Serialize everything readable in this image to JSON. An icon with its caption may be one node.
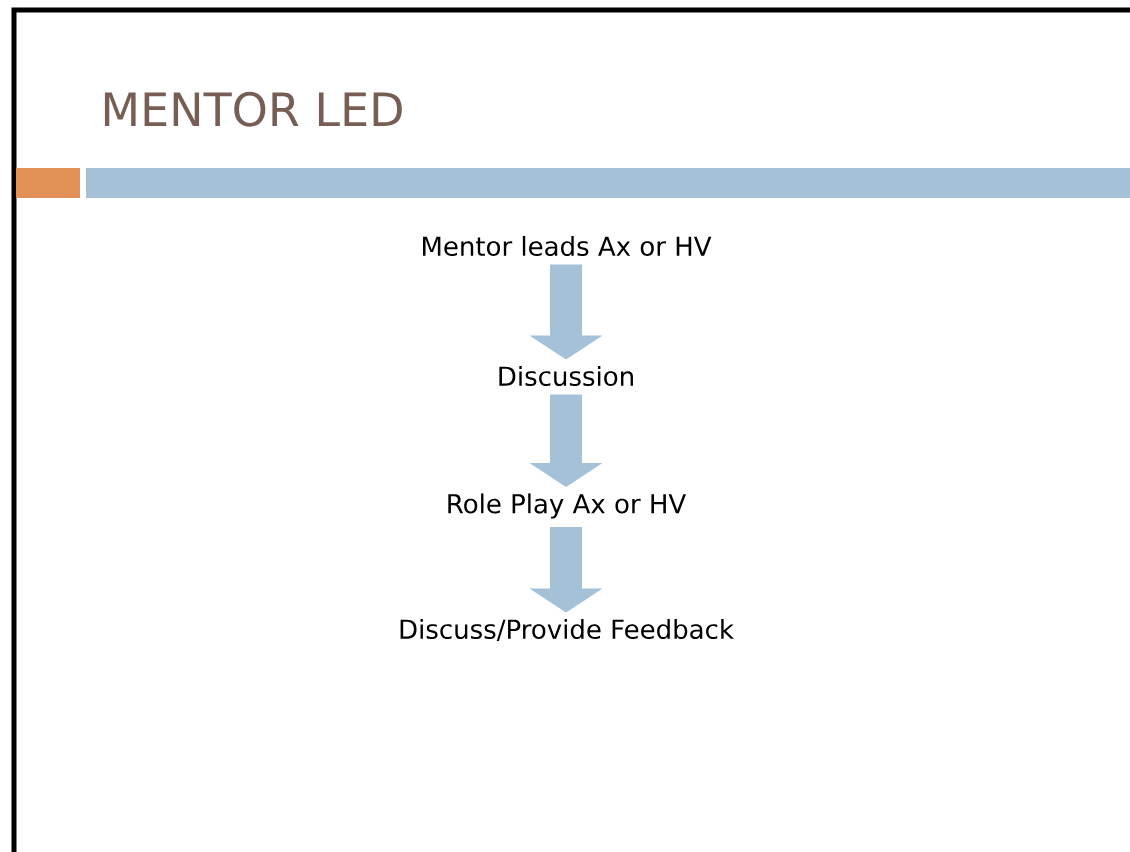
{
  "diagram": {
    "title": "MENTOR LED",
    "nodes": [
      {
        "text": [
          "Mentor leads Ax or HV"
        ]
      },
      {
        "text": [
          "Discussion"
        ]
      },
      {
        "text": [
          "Role Play Ax or HV"
        ]
      },
      {
        "text": [
          "Discuss/Provide Feedback"
        ]
      }
    ],
    "edges": [
      {
        "from": 0,
        "to": 1,
        "arrow": "to"
      },
      {
        "from": 1,
        "to": 2,
        "arrow": "to"
      },
      {
        "from": 2,
        "to": 3,
        "arrow": "to"
      }
    ]
  }
}
